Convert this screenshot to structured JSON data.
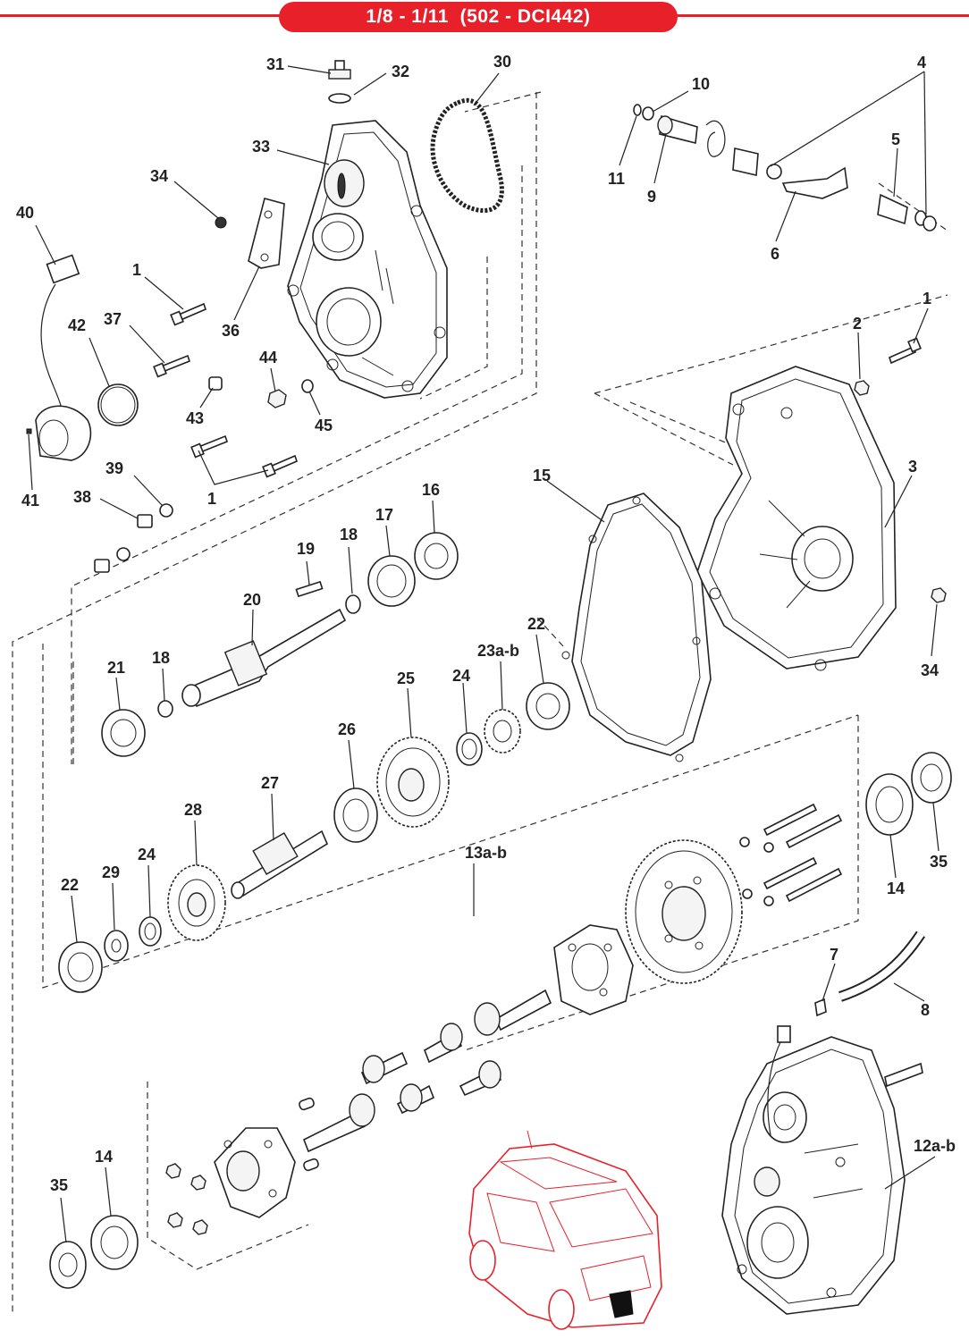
{
  "header": {
    "title": "1/8 - 1/11  (502 - DCI442)",
    "accent_color": "#e8202a"
  },
  "callouts": {
    "c31": "31",
    "c32": "32",
    "c30": "30",
    "c33": "33",
    "c34a": "34",
    "c40": "40",
    "c1a": "1",
    "c37": "37",
    "c42": "42",
    "c36": "36",
    "c44": "44",
    "c43": "43",
    "c45": "45",
    "c41": "41",
    "c1b": "1",
    "c39": "39",
    "c38": "38",
    "c10": "10",
    "c4": "4",
    "c11": "11",
    "c9": "9",
    "c5": "5",
    "c6": "6",
    "c1c": "1",
    "c2": "2",
    "c3": "3",
    "c34b": "34",
    "c15": "15",
    "c19": "19",
    "c18a": "18",
    "c17": "17",
    "c16": "16",
    "c20": "20",
    "c21": "21",
    "c18b": "18",
    "c22a": "22",
    "c23": "23a-b",
    "c25": "25",
    "c24a": "24",
    "c26": "26",
    "c27": "27",
    "c28": "28",
    "c24b": "24",
    "c29": "29",
    "c22b": "22",
    "c13": "13a-b",
    "c14a": "14",
    "c35a": "35",
    "c7": "7",
    "c8": "8",
    "c12": "12a-b",
    "c14b": "14",
    "c35b": "35"
  },
  "icons": {
    "vehicle": "vehicle-locator-icon",
    "gearbox": "gearbox-assembly-icon"
  }
}
